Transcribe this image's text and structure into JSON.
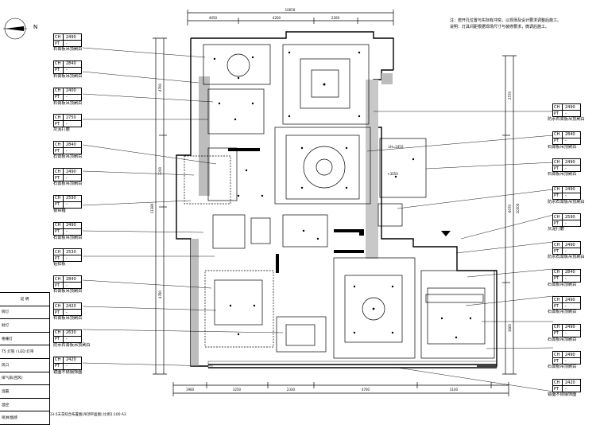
{
  "compass_label": "N",
  "notes": [
    "注：若开孔位置与实际有冲突，以现场及设计要求调整后施工。",
    "说明：灯具间距根据现场尺寸与装修要求，微调后施工。"
  ],
  "left_tags": [
    {
      "ch": "2490",
      "pt": "-",
      "name": "石膏板吊顶刷白"
    },
    {
      "ch": "2840",
      "pt": "-",
      "name": "石膏板吊顶刷白"
    },
    {
      "ch": "2400",
      "pt": "-",
      "name": "石膏板吊顶刷白"
    },
    {
      "ch": "2750",
      "pt": "-",
      "name": "灰泥打磨"
    },
    {
      "ch": "2840",
      "pt": "-",
      "name": "石膏板吊顶刷白"
    },
    {
      "ch": "2490",
      "pt": "-",
      "name": "石膏板吊顶刷白"
    },
    {
      "ch": "2590",
      "pt": "-",
      "name": "窗帘箱"
    },
    {
      "ch": "2490",
      "pt": "-",
      "name": "石膏板吊顶刷白"
    },
    {
      "ch": "2530",
      "pt": "-",
      "name": "铝扣板"
    },
    {
      "ch": "2840",
      "pt": "-",
      "name": "石膏板吊顶刷白"
    },
    {
      "ch": "2420",
      "pt": "-",
      "name": "石膏板吊顶刷白"
    },
    {
      "ch": "2630",
      "pt": "-",
      "name": "防水石膏板吊顶刷白"
    },
    {
      "ch": "2420",
      "pt": "-",
      "name": "镜面不锈钢饰面"
    }
  ],
  "right_tags": [
    {
      "ch": "2490",
      "pt": "-",
      "name": "防水石膏板吊顶刷白"
    },
    {
      "ch": "2840",
      "pt": "-",
      "name": "石膏板吊顶刷白"
    },
    {
      "ch": "2490",
      "pt": "-",
      "name": "石膏板吊顶刷白"
    },
    {
      "ch": "2490",
      "pt": "-",
      "name": "防水石膏板吊顶刷白"
    },
    {
      "ch": "2590",
      "pt": "-",
      "name": "灰泥打磨"
    },
    {
      "ch": "2490",
      "pt": "-",
      "name": "防水石膏板吊顶刷白"
    },
    {
      "ch": "2840",
      "pt": "-",
      "name": "石膏板吊顶刷白"
    },
    {
      "ch": "2490",
      "pt": "-",
      "name": "石膏板吊顶刷白"
    },
    {
      "ch": "2490",
      "pt": "-",
      "name": "石膏板吊顶刷白"
    },
    {
      "ch": "2490",
      "pt": "-",
      "name": "石膏板吊顶刷白"
    },
    {
      "ch": "2420",
      "pt": "-",
      "name": "镜面不锈钢饰面"
    }
  ],
  "legend": {
    "header": "说    明",
    "rows": [
      "筒灯",
      "射灯",
      "格栅灯",
      "T5 灯管 / LED 灯带",
      "风口",
      "排气扇(回风)",
      "浴霸",
      "温控",
      "喷淋/烟感"
    ]
  },
  "dims_top": [
    "10650",
    "4050",
    "4200",
    "2200"
  ],
  "dims_bottom": [
    "1960",
    "3250",
    "2330",
    "4700",
    "3140"
  ],
  "dims_left": [
    "4700",
    "3200",
    "4780",
    "11380"
  ],
  "dims_right": [
    "2570",
    "6070",
    "3660",
    "10300"
  ],
  "floor_labels": [
    "LH=2450",
    "+3050"
  ],
  "caption": "D3-5天花综合布置图(吊顶平面图) 比例1:100 A3"
}
